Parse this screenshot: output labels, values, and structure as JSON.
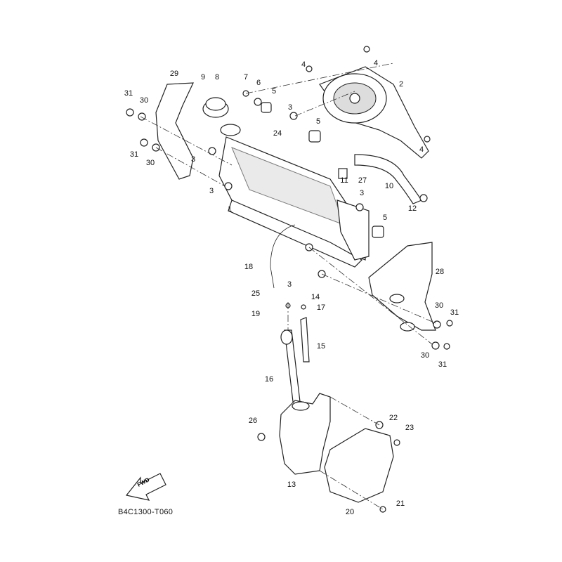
{
  "diagram_code": "B4C1300-T060",
  "fwd_label": "FWD",
  "callouts": [
    "29",
    "9",
    "8",
    "7",
    "6",
    "5",
    "31",
    "30",
    "4",
    "4",
    "2",
    "3",
    "5",
    "24",
    "31",
    "30",
    "3",
    "3",
    "11",
    "27",
    "10",
    "4",
    "3",
    "12",
    "1",
    "5",
    "18",
    "28",
    "3",
    "25",
    "14",
    "19",
    "17",
    "30",
    "31",
    "15",
    "30",
    "31",
    "16",
    "22",
    "23",
    "26",
    "13",
    "21",
    "20"
  ]
}
